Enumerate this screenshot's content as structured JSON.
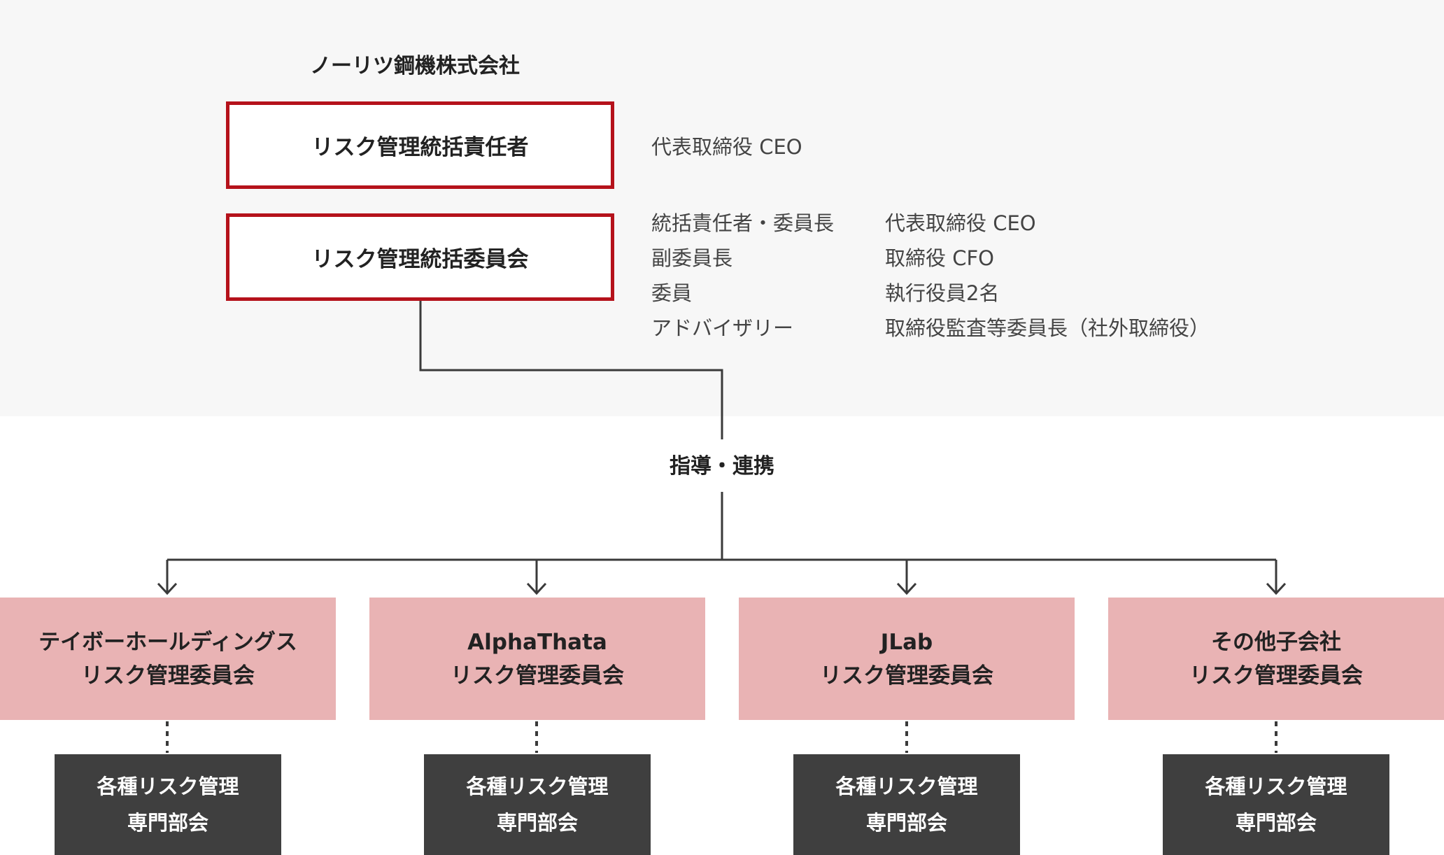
{
  "company": "ノーリツ鋼機株式会社",
  "chief_officer": {
    "label": "リスク管理統括責任者",
    "holder": "代表取締役 CEO"
  },
  "committee": {
    "label": "リスク管理統括委員会",
    "members": [
      {
        "role": "統括責任者・委員長",
        "person": "代表取締役 CEO"
      },
      {
        "role": "副委員長",
        "person": "取締役 CFO"
      },
      {
        "role": "委員",
        "person": "執行役員2名"
      },
      {
        "role": "アドバイザリー",
        "person": "取締役監査等委員長（社外取締役）"
      }
    ]
  },
  "connector_label": "指導・連携",
  "subsidiaries": [
    {
      "name": "テイボーホールディングス",
      "committee": "リスク管理委員会"
    },
    {
      "name": "AlphaThata",
      "committee": "リスク管理委員会"
    },
    {
      "name": "JLab",
      "committee": "リスク管理委員会"
    },
    {
      "name": "その他子会社",
      "committee": "リスク管理委員会"
    }
  ],
  "department": {
    "line1": "各種リスク管理",
    "line2": "専門部会"
  },
  "colors": {
    "accent_red": "#b5121b",
    "subsidiary_fill": "#e9b3b4",
    "department_fill": "#3f3f3f",
    "band_gray": "#f7f7f7",
    "line": "#3a3a3a"
  }
}
